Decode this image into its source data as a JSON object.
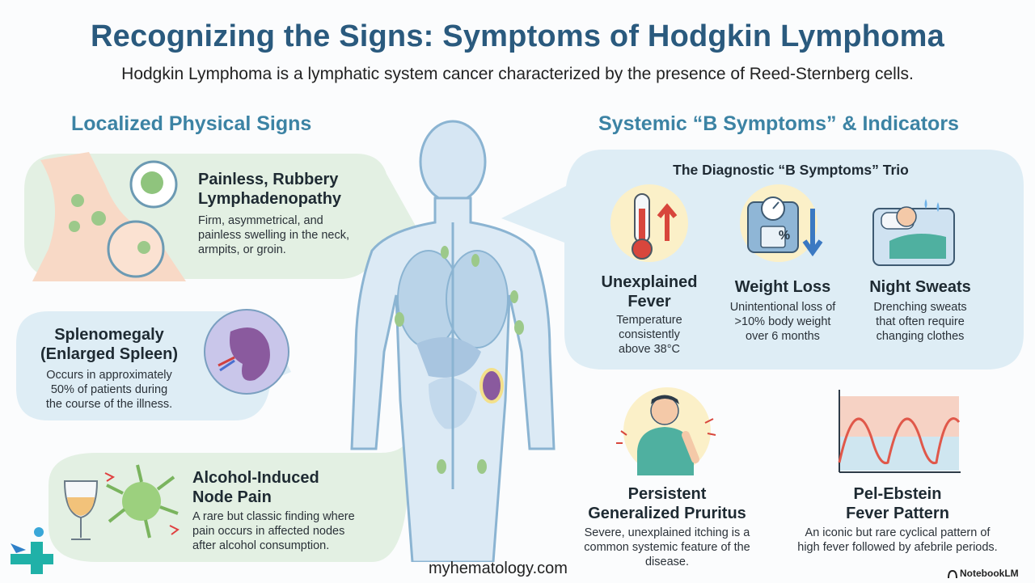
{
  "title": "Recognizing the Signs: Symptoms of Hodgkin Lymphoma",
  "subtitle": "Hodgkin Lymphoma is a lymphatic system cancer characterized by the presence of Reed-Sternberg cells.",
  "left_section": {
    "heading": "Localized Physical Signs",
    "cards": [
      {
        "title_line1": "Painless, Rubbery",
        "title_line2": "Lymphadenopathy",
        "body_line1": "Firm, asymmetrical, and",
        "body_line2": "painless swelling in the neck,",
        "body_line3": "armpits, or groin."
      },
      {
        "title_line1": "Splenomegaly",
        "title_line2": "(Enlarged Spleen)",
        "body_line1": "Occurs in approximately",
        "body_line2": "50% of patients during",
        "body_line3": "the course of the illness."
      },
      {
        "title_line1": "Alcohol-Induced",
        "title_line2": "Node Pain",
        "body_line1": "A rare but classic finding where",
        "body_line2": "pain occurs in affected nodes",
        "body_line3": "after alcohol consumption."
      }
    ]
  },
  "right_section": {
    "heading": "Systemic “B Symptoms” & Indicators",
    "trio": {
      "heading": "The Diagnostic “B Symptoms” Trio",
      "items": [
        {
          "title_line1": "Unexplained",
          "title_line2": "Fever",
          "body_line1": "Temperature",
          "body_line2": "consistently",
          "body_line3": "above 38°C"
        },
        {
          "title_line1": "Weight Loss",
          "body_line1": "Unintentional loss of",
          "body_line2": ">10% body weight",
          "body_line3": "over 6 months"
        },
        {
          "title_line1": "Night Sweats",
          "body_line1": "Drenching sweats",
          "body_line2": "that often require",
          "body_line3": "changing clothes"
        }
      ],
      "scale_symbol": "%"
    },
    "others": [
      {
        "title_line1": "Persistent",
        "title_line2": "Generalized Pruritus",
        "body_line1": "Severe, unexplained itching is a",
        "body_line2": "common systemic feature of the",
        "body_line3": "disease."
      },
      {
        "title_line1": "Pel-Ebstein",
        "title_line2": "Fever Pattern",
        "body_line1": "An iconic but rare cyclical pattern of",
        "body_line2": "high fever followed by afebrile periods."
      }
    ]
  },
  "footer": {
    "site": "myhematology.com",
    "watermark": "NotebookLM"
  },
  "colors": {
    "title": "#2a5a7e",
    "section_heading": "#3c83a4",
    "green_panel": "#e3f0e3",
    "blue_panel": "#deedf5",
    "body_outline": "#8bb4d2"
  }
}
